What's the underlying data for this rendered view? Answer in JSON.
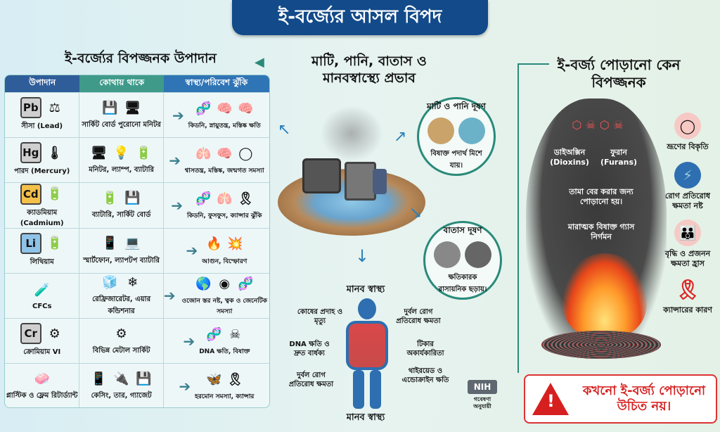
{
  "title": "ই-বর্জ্যের আসল বিপদ",
  "left": {
    "heading": "ই-বর্জ্যের বিপজ্জনক উপাদান",
    "columns": [
      "উপাদান",
      "কোথায় থাকে",
      "স্বাস্থ্য/পরিবেশ ঝুঁকি"
    ],
    "rows": [
      {
        "symbol": "Pb",
        "element": "সীসা (Lead)",
        "source": "সার্কিট বোর্ড  পুরোনো মনিটর",
        "risk": "কিডনি, স্নায়ুতন্ত্র, মস্তিষ্ক ক্ষতি",
        "color": "#cfcfcf"
      },
      {
        "symbol": "Hg",
        "element": "পারদ (Mercury)",
        "source": "মনিটর, ল্যাম্প, ব্যাটারি",
        "risk": "শ্বাসতন্ত্র, মস্তিষ্ক, জন্মগত সমস্যা",
        "color": "#cfcfcf"
      },
      {
        "symbol": "Cd",
        "element": "ক্যাডমিয়াম (Cadmium)",
        "source": "ব্যাটারি, সার্কিট বোর্ড",
        "risk": "কিডনি, ফুসফুস, ক্যান্সার ঝুঁকি",
        "color": "#f3c04a"
      },
      {
        "symbol": "Li",
        "element": "লিথিয়াম",
        "source": "স্মার্টফোন, ল্যাপটপ ব্যাটারি",
        "risk": "আগুন, বিস্ফোরণ",
        "color": "#8fc3e8"
      },
      {
        "symbol": "",
        "element": "CFCs",
        "source": "রেফ্রিজারেটর, এয়ার কন্ডিশনার",
        "risk": "ওজোন স্তর নষ্ট, ত্বক ও জেনেটিক সমস্যা",
        "color": ""
      },
      {
        "symbol": "Cr",
        "element": "ক্রোমিয়াম VI",
        "source": "বিভিন্ন মেটাল সার্কিট",
        "risk": "DNA ক্ষতি, বিষাক্ত",
        "color": "#cfcfcf"
      },
      {
        "symbol": "",
        "element": "প্লাস্টিক ও ফ্লেম রিটার্ড্যান্ট",
        "source": "কেসিং, তার, গ্যাজেট",
        "risk": "হরমোন সমস্যা, ক্যান্সার",
        "color": ""
      }
    ]
  },
  "middle": {
    "heading": "মাটি, পানি, বাতাস ও মানবস্বাস্থ্যে প্রভাব",
    "soil_water": {
      "title": "মাটি ও পানি দূষণ",
      "text": "বিষাক্ত পদার্থ মিশে যায়।"
    },
    "air": {
      "title": "বাতাস দূষণ",
      "text": "ক্ষতিকারক রাসায়নিক ছড়ায়।"
    },
    "human_top": "মানব স্বাস্থ্য",
    "human_bottom": "মানব স্বাস্থ্য",
    "body_labels": [
      "কোষের প্রদাহ ও মৃত্যু",
      "দুর্বল রোগ প্রতিরোধ ক্ষমতা",
      "DNA ক্ষতি ও দ্রুত বার্ধক্য",
      "টিকার অকার্যকারিতা",
      "দুর্বল রোগ প্রতিরোধ ক্ষমতা",
      "থাইরয়েড ও এন্ডোক্রাইন ক্ষতি"
    ],
    "nih": {
      "logo": "NIH",
      "text": "গবেষণা অনুযায়ী"
    }
  },
  "right": {
    "heading": "ই-বর্জ্য পোড়ানো কেন বিপজ্জনক",
    "dioxins": "ডাইঅক্সিন (Dioxins)",
    "furans": "ফুরান (Furans)",
    "copper": "তামা বের করার জন্য পোড়ানো হয়।",
    "gas": "মারাত্মক বিষাক্ত গ্যাস নির্গমন",
    "effects": [
      "ভ্রূণের বিকৃতি",
      "রোগ প্রতিরোধ ক্ষমতা নষ্ট",
      "বৃদ্ধি ও প্রজনন ক্ষমতা হ্রাস",
      "ক্যান্সারের কারণ"
    ],
    "warning": "কখনো ই-বর্জ্য পোড়ানো উচিত নয়।"
  },
  "colors": {
    "banner": "#124a8a",
    "col1": "#2f5d99",
    "col2": "#3f9a8a",
    "col3": "#2f74b5",
    "warning": "#d62020"
  }
}
